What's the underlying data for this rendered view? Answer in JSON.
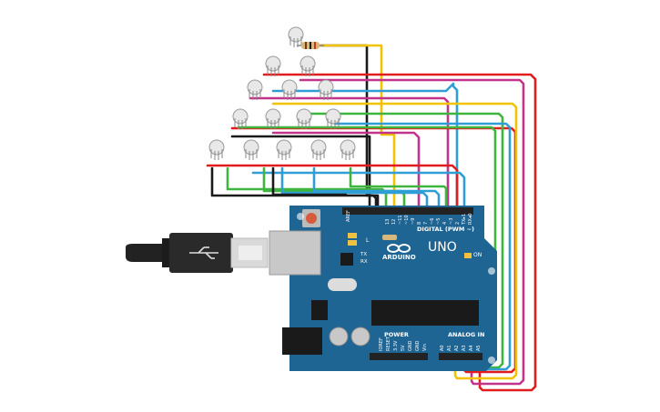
{
  "board": {
    "model": "UNO",
    "brand": "ARDUINO",
    "digital_header": "DIGITAL (PWM ~)",
    "analog_header": "ANALOG IN",
    "power_header": "POWER",
    "on_label": "ON",
    "l_label": "L",
    "tx_label": "TX",
    "rx_label": "RX",
    "aref_label": "AREF",
    "digital_pins": [
      "13",
      "12",
      "~11",
      "~10",
      "~9",
      "8",
      "7",
      "~6",
      "~5",
      "4",
      "~3",
      "2",
      "TX▸1",
      "RX◂0"
    ],
    "power_pins": [
      "IOREF",
      "RESET",
      "3.3V",
      "5V",
      "GND",
      "GND",
      "Vin"
    ],
    "analog_pins": [
      "A0",
      "A1",
      "A2",
      "A3",
      "A4",
      "A5"
    ]
  },
  "colors": {
    "board": "#1f6593",
    "red": "#e21c1c",
    "black": "#1a1a1a",
    "yellow": "#f2c300",
    "green": "#3fb53f",
    "blue": "#2f9ed6",
    "magenta": "#c2338c",
    "led": "#e8e8e8"
  }
}
